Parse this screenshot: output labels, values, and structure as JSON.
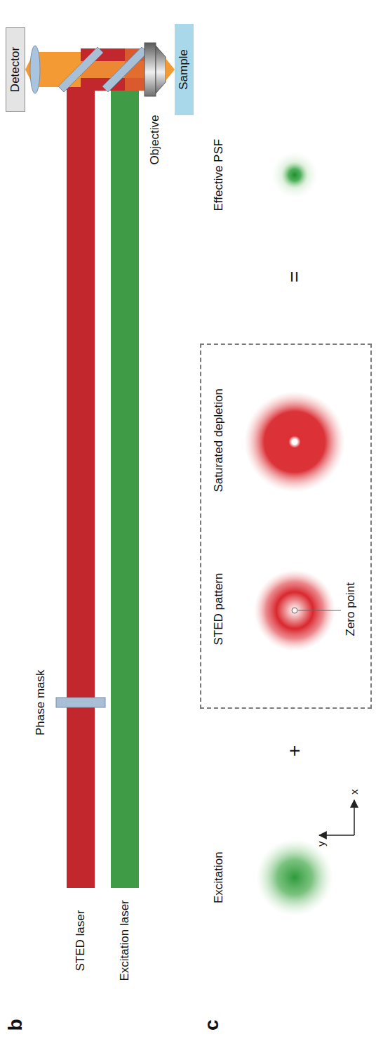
{
  "diagram": {
    "nodes": [
      {
        "text": [
          "Detector"
        ]
      },
      {
        "text": [
          "Sample"
        ]
      },
      {
        "text": [
          "STED pattern",
          "Zero point",
          "Saturated depletion"
        ]
      }
    ],
    "labels": [
      "b",
      "Phase mask",
      "STED laser",
      "Excitation laser",
      "Objective",
      "c",
      "Excitation",
      "+",
      "y",
      "x",
      "=",
      "Effective PSF"
    ]
  }
}
